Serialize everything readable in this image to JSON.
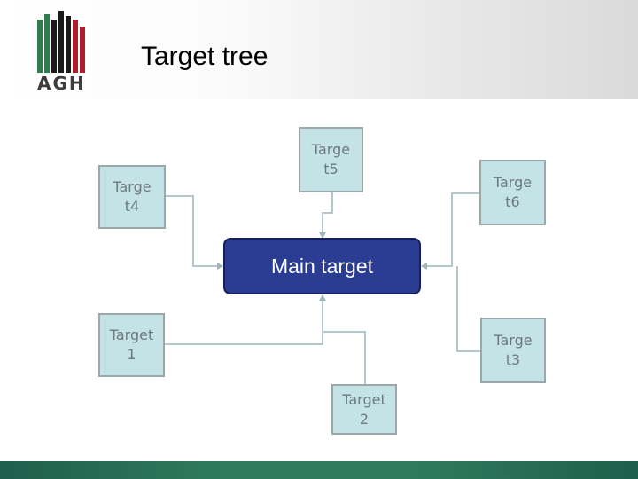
{
  "header": {
    "logo_text": "AGH",
    "title": "Target tree"
  },
  "diagram": {
    "main": "Main target",
    "nodes": {
      "t5": "Targe\nt5",
      "t4": "Targe\nt4",
      "t6": "Targe\nt6",
      "t1": "Target\n1",
      "t3": "Targe\nt3",
      "t2": "Target\n2"
    }
  },
  "colors": {
    "main_fill": "#2a3d93",
    "node_fill": "#c4e3e6",
    "connector": "#b3c8cc",
    "footer": "#2f7a5e"
  }
}
